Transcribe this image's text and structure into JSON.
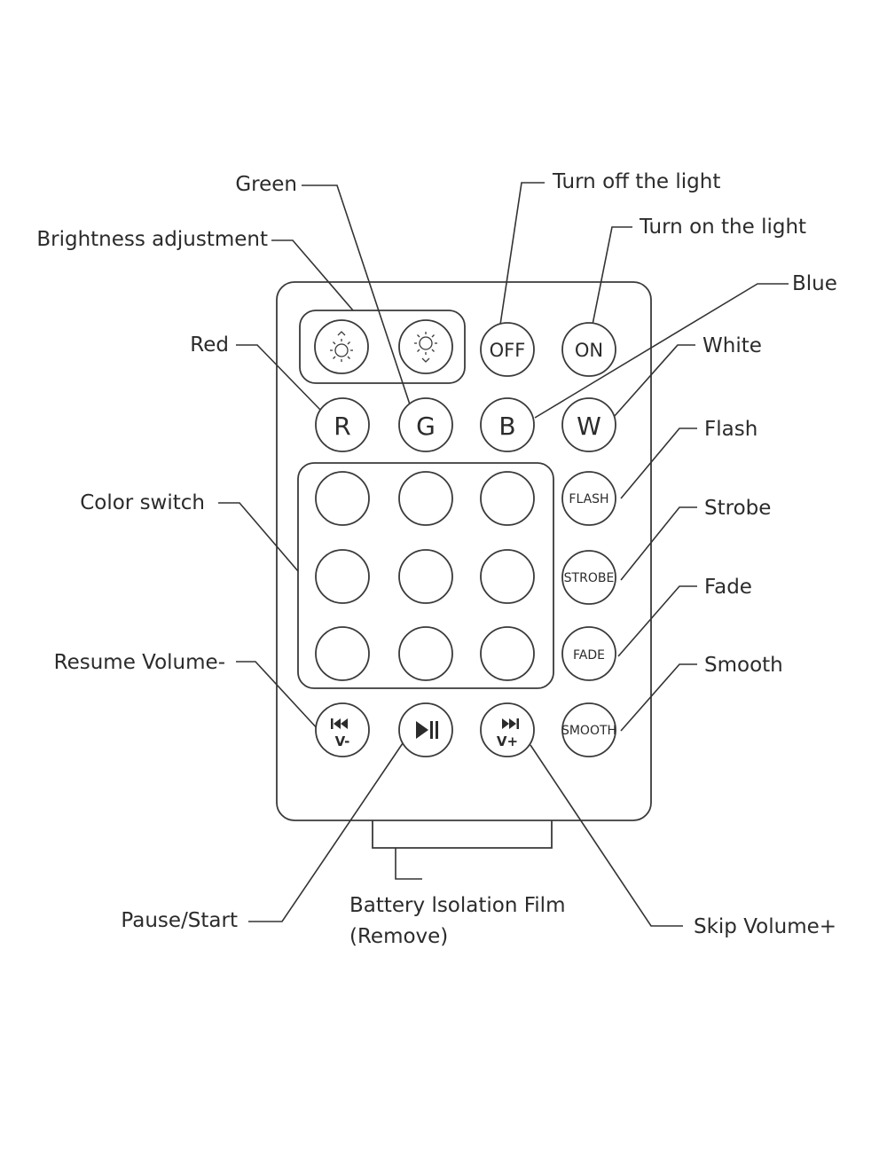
{
  "callouts": {
    "green": "Green",
    "brightness": "Brightness adjustment",
    "turn_off": "Turn off the light",
    "turn_on": "Turn on the light",
    "blue": "Blue",
    "red": "Red",
    "white": "White",
    "flash": "Flash",
    "color_switch": "Color switch",
    "strobe": "Strobe",
    "fade": "Fade",
    "resume_volume": "Resume Volume-",
    "smooth": "Smooth",
    "pause_start": "Pause/Start",
    "battery_line1": "Battery lsolation Film",
    "battery_line2": "(Remove)",
    "skip_volume": "Skip Volume+"
  },
  "buttons": {
    "off": "OFF",
    "on": "ON",
    "red": "R",
    "green": "G",
    "blue": "B",
    "white": "W",
    "flash": "FLASH",
    "strobe": "STROBE",
    "fade": "FADE",
    "smooth": "SMOOTH",
    "vol_down": "V-",
    "vol_up": "V+"
  },
  "icons": {
    "brightness_up": "sun-arrow-up-icon",
    "brightness_down": "sun-arrow-down-icon",
    "previous": "skip-back-icon",
    "play_pause": "play-pause-icon",
    "next": "skip-forward-icon"
  },
  "colors": {
    "line": "#3a3a3a",
    "text": "#2b2b2b",
    "background": "#ffffff"
  }
}
